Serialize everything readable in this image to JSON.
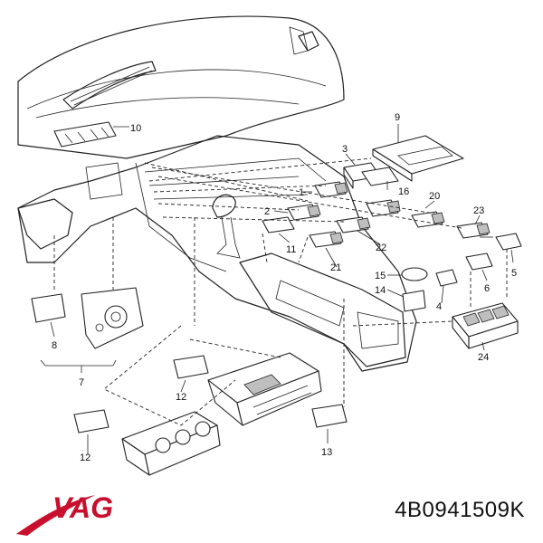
{
  "callouts": [
    "1",
    "2",
    "3",
    "4",
    "5",
    "6",
    "7",
    "8",
    "9",
    "10",
    "11",
    "12",
    "12",
    "13",
    "14",
    "15",
    "16",
    "20",
    "21",
    "22",
    "23",
    "24"
  ],
  "logo_text": "VAG",
  "colors": {
    "logo": "#c8102e",
    "ink": "#222222"
  },
  "part_number": "4B0941509K"
}
